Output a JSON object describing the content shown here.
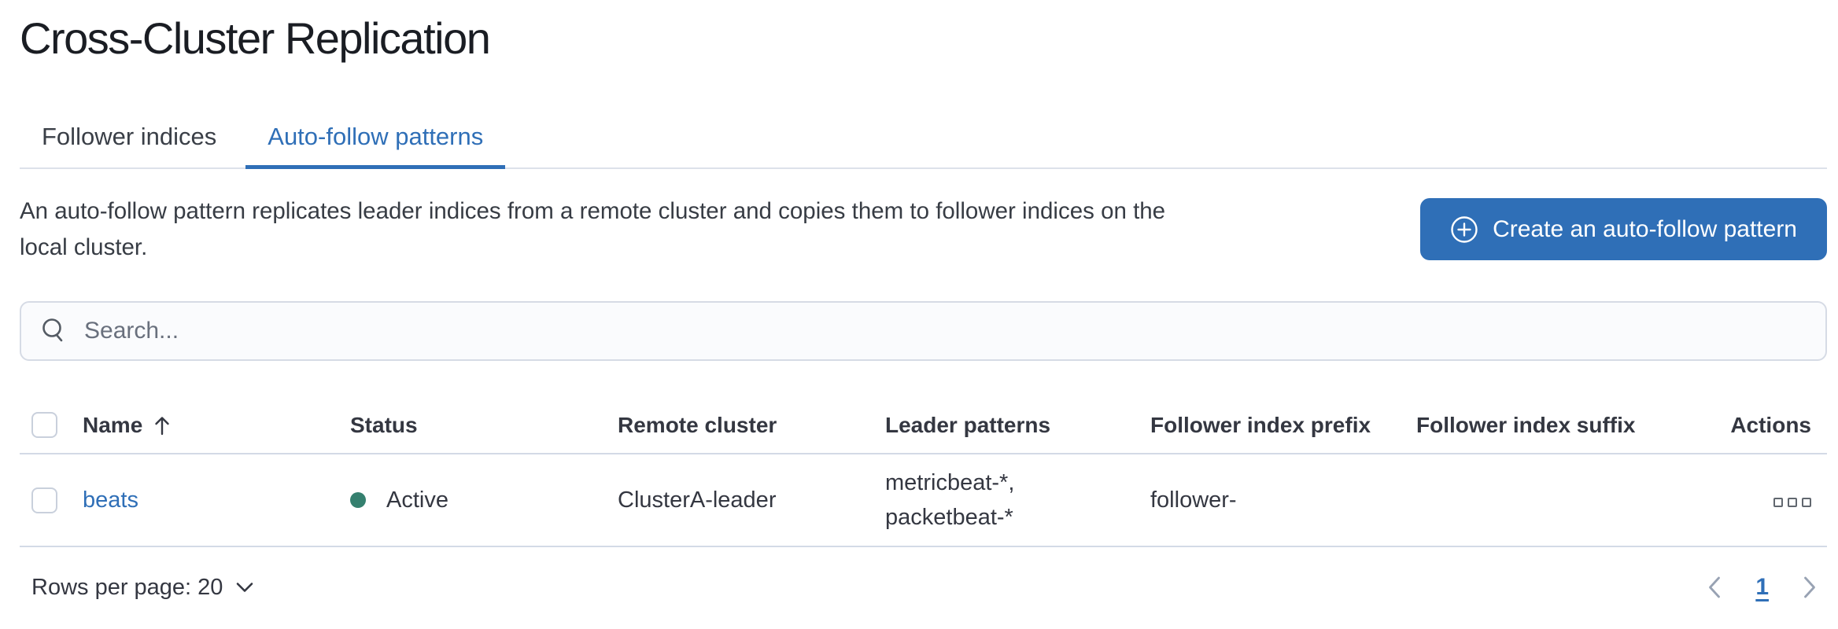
{
  "page": {
    "title": "Cross-Cluster Replication"
  },
  "tabs": [
    {
      "label": "Follower indices",
      "active": false
    },
    {
      "label": "Auto-follow patterns",
      "active": true
    }
  ],
  "description": {
    "line1": "An auto-follow pattern replicates leader indices from a remote cluster and copies them to follower indices on the",
    "line2": "local cluster."
  },
  "create_button": {
    "label": "Create an auto-follow pattern",
    "icon": "plus-in-circle-icon"
  },
  "search": {
    "placeholder": "Search...",
    "value": "",
    "icon": "search-icon"
  },
  "table": {
    "columns": {
      "name": "Name",
      "status": "Status",
      "remote_cluster": "Remote cluster",
      "leader_patterns": "Leader patterns",
      "follower_index_prefix": "Follower index prefix",
      "follower_index_suffix": "Follower index suffix",
      "actions": "Actions"
    },
    "sort": {
      "column": "Name",
      "direction": "ascending",
      "icon": "sort-ascending-arrow-icon"
    },
    "rows": [
      {
        "name": "beats",
        "status": "Active",
        "remote_cluster": "ClusterA-leader",
        "leader_patterns": "metricbeat-*, packetbeat-*",
        "follower_index_prefix": "follower-",
        "follower_index_suffix": "",
        "actions_icon": "boxes-horizontal-icon"
      }
    ]
  },
  "footer": {
    "rows_per_page_label": "Rows per page: 20",
    "pagination": {
      "current_page": "1"
    }
  },
  "colors": {
    "primary_blue": "#2f6fb7",
    "link_blue": "#2f6fb7",
    "status_active_dot": "#35806f",
    "text_dark": "#343741",
    "border_gray": "#d3dae6",
    "placeholder_gray": "#69707d",
    "pagination_chevron_gray": "#98a2b3",
    "search_background": "#fafbfd"
  }
}
